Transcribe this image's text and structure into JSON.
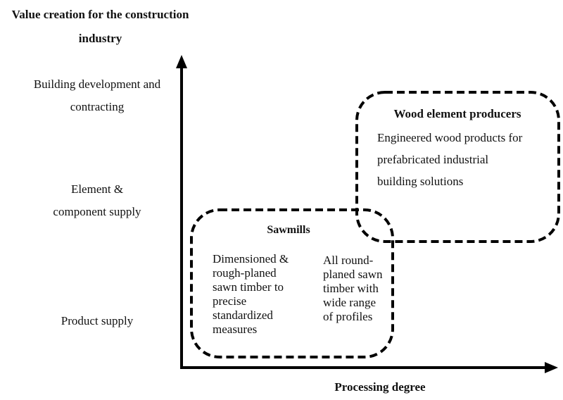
{
  "diagram": {
    "y_axis_title": [
      "Value creation for the construction",
      "industry"
    ],
    "x_axis_title": "Processing degree",
    "y_levels": [
      {
        "lines": [
          "Building development and",
          "contracting"
        ]
      },
      {
        "lines": [
          "Element &",
          "component supply"
        ]
      },
      {
        "lines": [
          "Product supply"
        ]
      }
    ],
    "boxes": {
      "wood_element_producers": {
        "title": "Wood element producers",
        "description": [
          "Engineered wood products for",
          "prefabricated industrial",
          "building solutions"
        ]
      },
      "sawmills": {
        "title": "Sawmills",
        "left_column": [
          "Dimensioned &",
          "rough-planed",
          "sawn timber to",
          "precise",
          "standardized",
          "measures"
        ],
        "right_column": [
          "All round-",
          "planed sawn",
          "timber with",
          "wide range",
          "of profiles"
        ]
      }
    },
    "colors": {
      "line": "#000000",
      "text": "#111111",
      "background": "#ffffff"
    }
  }
}
